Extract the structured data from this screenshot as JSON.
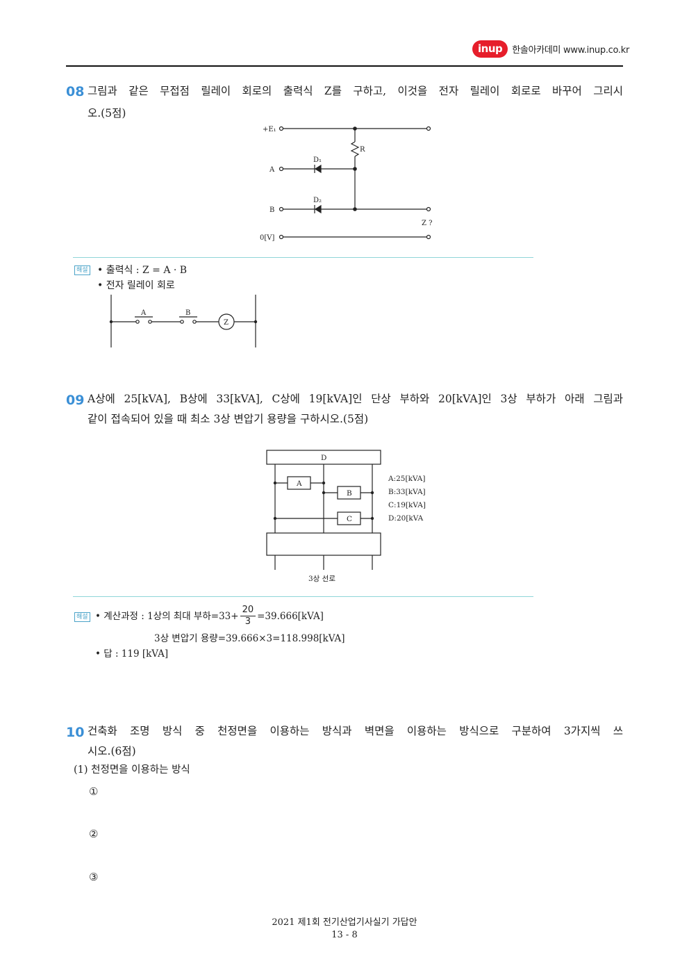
{
  "header": {
    "logo": "inup",
    "brand": "한솔아카데미 www.inup.co.kr"
  },
  "q08": {
    "number": "08",
    "line1": "그림과 같은 무접점 릴레이 회로의 출력식 Z를 구하고, 이것을 전자 릴레이 회로로 바꾸어 그리시",
    "line2": "오.(5점)",
    "diagram": {
      "e1": "+E₁",
      "r": "R",
      "d1": "D₁",
      "d2": "D₂",
      "a": "A",
      "b": "B",
      "zq": "Z ?",
      "ov": "0[V]"
    },
    "badge": "해설",
    "ans1": "• 출력식 : Z = A · B",
    "ans2": "• 전자 릴레이 회로",
    "relay": {
      "a": "A",
      "b": "B",
      "z": "Z"
    }
  },
  "q09": {
    "number": "09",
    "line1": "A상에 25[kVA], B상에 33[kVA], C상에 19[kVA]인 단상 부하와 20[kVA]인 3상 부하가 아래 그림과",
    "line2": "같이 접속되어 있을 때 최소 3상 변압기 용량을 구하시오.(5점)",
    "diagram": {
      "d": "D",
      "a": "A",
      "b": "B",
      "c": "C",
      "legend": [
        "A:25[kVA]",
        "B:33[kVA]",
        "C:19[kVA]",
        "D:20[kVA"
      ],
      "caption": "3상 선로"
    },
    "badge": "해설",
    "calc_prefix": "• 계산과정 : 1상의 최대 부하=33+",
    "frac_num": "20",
    "frac_den": "3",
    "calc_suffix": "=39.666[kVA]",
    "calc2": "3상 변압기 용량=39.666×3=118.998[kVA]",
    "answer": "• 답 : 119 [kVA]"
  },
  "q10": {
    "number": "10",
    "line1": "건축화 조명 방식 중 천정면을 이용하는 방식과 벽면을 이용하는 방식으로 구분하여 3가지씩 쓰",
    "line2": "시오.(6점)",
    "sub1": "(1) 천정면을 이용하는 방식",
    "items": [
      "①",
      "②",
      "③"
    ]
  },
  "footer": {
    "title": "2021 제1회 전기산업기사실기 가답안",
    "page": "13 - 8"
  }
}
